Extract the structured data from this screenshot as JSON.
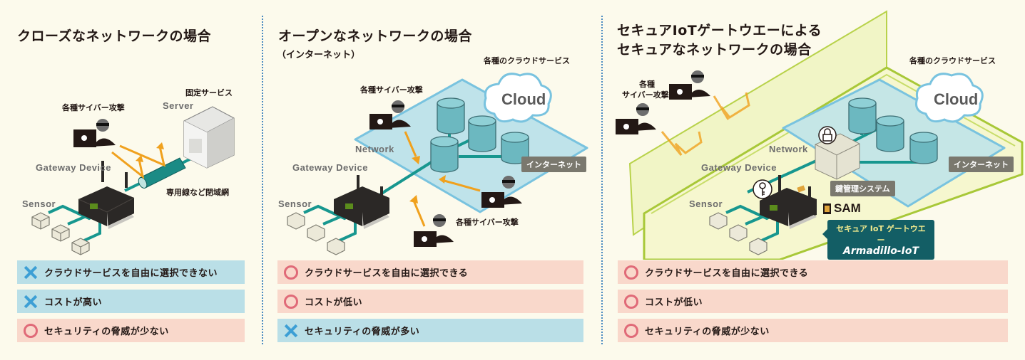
{
  "panels": [
    {
      "title": "クローズなネットワークの場合",
      "labels": {
        "attack": "各種サイバー攻撃",
        "fixed_service": "固定サービス",
        "server": "Server",
        "gateway": "Gateway Device",
        "sensor": "Sensor",
        "dedicated_line": "専用線など閉域網"
      },
      "rows": [
        {
          "mark": "x",
          "status": "bad",
          "text": "クラウドサービスを自由に選択できない"
        },
        {
          "mark": "x",
          "status": "bad",
          "text": "コストが高い"
        },
        {
          "mark": "o",
          "status": "good",
          "text": "セキュリティの脅威が少ない"
        }
      ]
    },
    {
      "title": "オープンなネットワークの場合",
      "subtitle": "（インターネット）",
      "labels": {
        "cloud_services": "各種のクラウドサービス",
        "cloud": "Cloud",
        "attack_top": "各種サイバー攻撃",
        "attack_bottom": "各種サイバー攻撃",
        "network": "Network",
        "gateway": "Gateway Device",
        "sensor": "Sensor",
        "internet": "インターネット"
      },
      "rows": [
        {
          "mark": "o",
          "status": "good",
          "text": "クラウドサービスを自由に選択できる"
        },
        {
          "mark": "o",
          "status": "good",
          "text": "コストが低い"
        },
        {
          "mark": "x",
          "status": "bad",
          "text": "セキュリティの脅威が多い"
        }
      ]
    },
    {
      "title_line1": "セキュアIoTゲートウエーによる",
      "title_line2": "セキュアなネットワークの場合",
      "labels": {
        "cloud_services": "各種のクラウドサービス",
        "cloud": "Cloud",
        "attack_line1": "各種",
        "attack_line2": "サイバー攻撃",
        "network": "Network",
        "gateway": "Gateway Device",
        "sensor": "Sensor",
        "internet": "インターネット",
        "key_system": "鍵管理システム",
        "sam": "SAM",
        "product_line1": "セキュア IoT ゲートウエー",
        "product_line2": "Armadillo-IoT"
      },
      "rows": [
        {
          "mark": "o",
          "status": "good",
          "text": "クラウドサービスを自由に選択できる"
        },
        {
          "mark": "o",
          "status": "good",
          "text": "コストが低い"
        },
        {
          "mark": "o",
          "status": "good",
          "text": "セキュリティの脅威が少ない"
        }
      ]
    }
  ],
  "colors": {
    "background": "#fcfaec",
    "good_row": "#f9d8cb",
    "bad_row": "#badfe7",
    "circle_mark": "#e06a78",
    "cross_mark": "#3d9fd5",
    "network_line": "#17978f",
    "attack_arrow": "#f0a11e",
    "secure_zone": "#a8c838",
    "callout": "#135e65"
  }
}
